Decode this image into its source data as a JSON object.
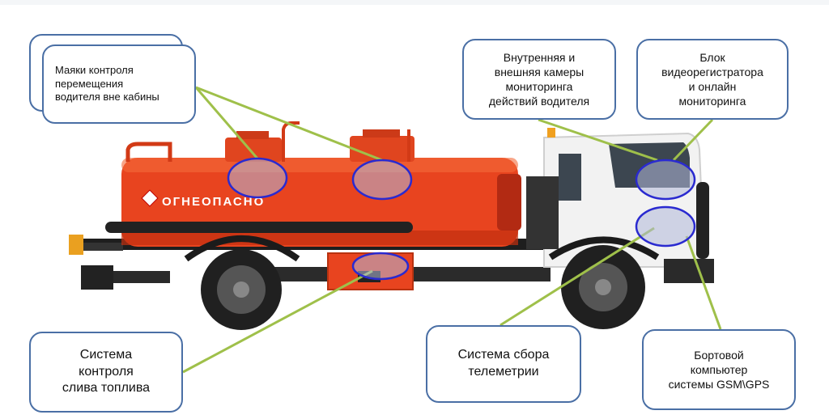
{
  "callouts": {
    "beacons": "Маяки контроля\nперемещения\nводителя вне кабины",
    "cameras": "Внутренняя и\nвнешняя камеры\nмониторинга\nдействий водителя",
    "dvr": "Блок\nвидеорегистратора\nи онлайн\nмониторинга",
    "fuel": "Система\nконтроля\nслива топлива",
    "telemetry": "Система сбора\nтелеметрии",
    "computer": "Бортовой\nкомпьютер\nсистемы GSM\\GPS"
  },
  "truck": {
    "tank_label": "ОГНЕОПАСНО"
  },
  "colors": {
    "tank": "#e8441f",
    "cab": "#f2f2f2",
    "leader_line": "#9fc04a",
    "marker": "#2a2ad0",
    "callout_border": "#4a6fa5"
  }
}
